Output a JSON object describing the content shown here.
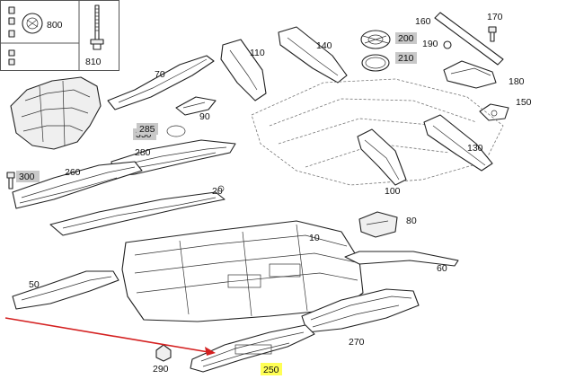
{
  "callouts": {
    "c800": "800",
    "c810": "810",
    "c70": "70",
    "c110": "110",
    "c140": "140",
    "c200": "200",
    "c210": "210",
    "c160": "160",
    "c170": "170",
    "c190": "190",
    "c180": "180",
    "c150": "150",
    "c90": "90",
    "c350": "350",
    "c285": "285",
    "c130": "130",
    "c280": "280",
    "c260": "260",
    "c300": "300",
    "c100": "100",
    "c20": "20",
    "c80": "80",
    "c10": "10",
    "c60": "60",
    "c50": "50",
    "c270": "270",
    "c290": "290",
    "c250": "250"
  },
  "colors": {
    "highlight": "#ffff55",
    "gray_tag": "#c8c8c8",
    "arrow": "#d42020"
  }
}
